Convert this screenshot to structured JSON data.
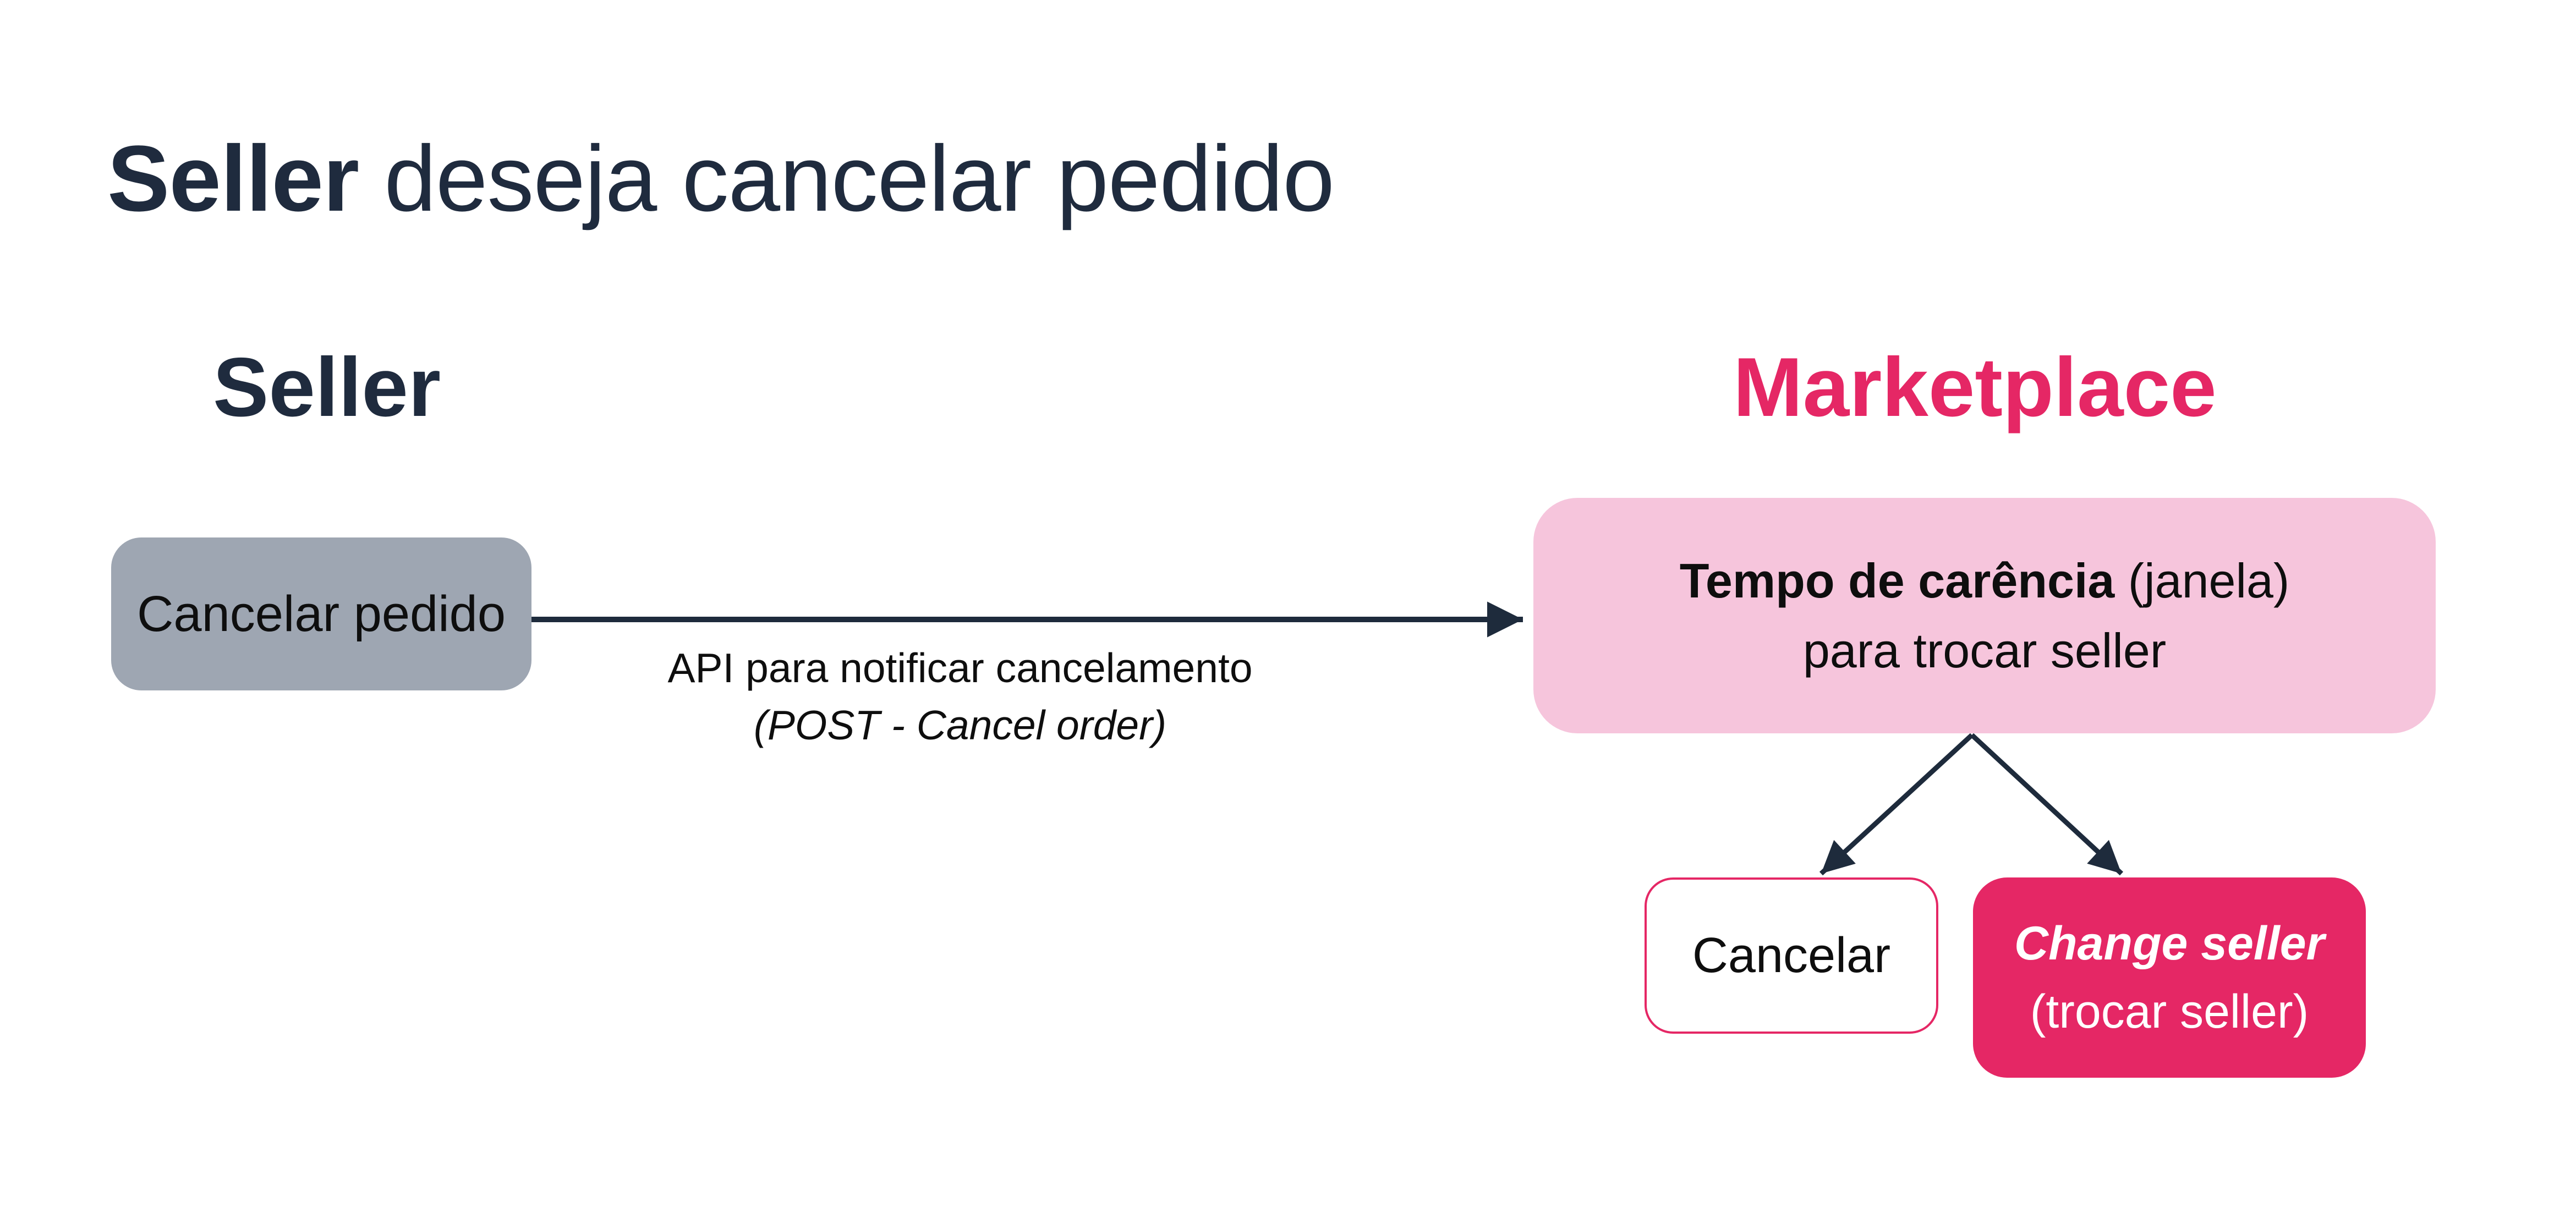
{
  "title": {
    "bold": "Seller",
    "rest": " deseja cancelar pedido"
  },
  "columns": {
    "seller_heading": "Seller",
    "marketplace_heading": "Marketplace"
  },
  "flow": {
    "cancel_request_box": "Cancelar pedido",
    "api_label_line1": "API para notificar cancelamento",
    "api_label_line2": "(POST - Cancel order)",
    "grace_box": {
      "line1_bold": "Tempo de carência",
      "line1_rest": " (janela)",
      "line2": "para trocar seller"
    },
    "cancel_option": "Cancelar",
    "change_seller_option": {
      "line1": "Change seller",
      "line2": "(trocar seller)"
    }
  },
  "colors": {
    "navy": "#1F2B3E",
    "arrow_navy": "#1E2B3C",
    "brand_pink": "#E52765",
    "light_pink": "#F6C5DC",
    "gray": "#9EA6B2",
    "text_black": "#0E0E0E",
    "background": "#FFFFFF"
  }
}
